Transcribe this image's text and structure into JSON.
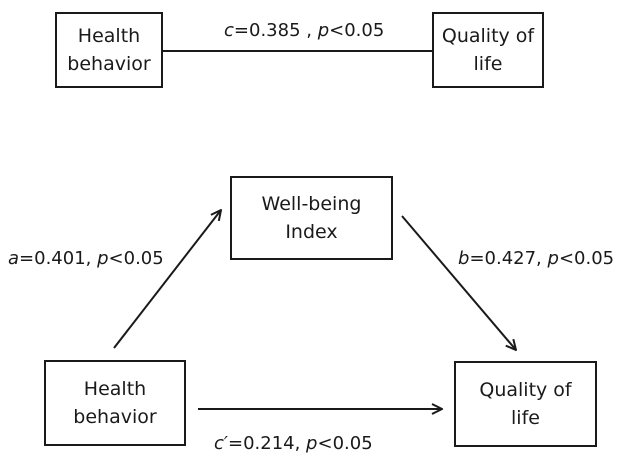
{
  "top_model": {
    "left_node": {
      "text": "Health\nbehavior"
    },
    "right_node": {
      "text": "Quality of\nlife"
    },
    "path_c": {
      "coef_name": "c",
      "coef_value": "=0.385 , ",
      "p_name": "p",
      "p_value": "<0.05"
    }
  },
  "mediation_model": {
    "mediator_node": {
      "text": "Well-being\nIndex"
    },
    "predictor_node": {
      "text": "Health\nbehavior"
    },
    "outcome_node": {
      "text": "Quality of\nlife"
    },
    "path_a": {
      "coef_name": "a",
      "coef_value": "=0.401,  ",
      "p_name": "p",
      "p_value": "<0.05"
    },
    "path_b": {
      "coef_name": "b",
      "coef_value": "=0.427,  ",
      "p_name": "p",
      "p_value": "<0.05"
    },
    "path_c_prime": {
      "coef_name": "c′",
      "coef_value": "=0.214, ",
      "p_name": "p",
      "p_value": "<0.05"
    }
  },
  "colors": {
    "stroke": "#1a1a1a",
    "background": "#ffffff"
  }
}
